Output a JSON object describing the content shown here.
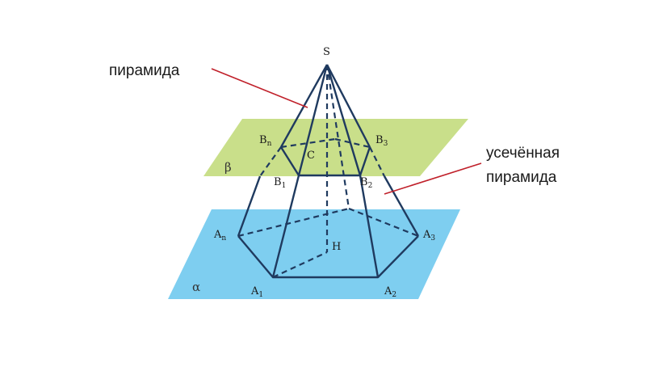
{
  "callouts": {
    "pyramid": "пирамида",
    "frustum_line1": "усечённая",
    "frustum_line2": "пирамида"
  },
  "planes": {
    "beta": {
      "label": "β",
      "color": "#c9df8a"
    },
    "alpha": {
      "label": "α",
      "color": "#7ecef0"
    }
  },
  "points": {
    "apex": "S",
    "center_upper": "C",
    "foot": "H",
    "upper": {
      "Bn": [
        "B",
        "n"
      ],
      "B1": [
        "B",
        "1"
      ],
      "B2": [
        "B",
        "2"
      ],
      "B3": [
        "B",
        "3"
      ]
    },
    "lower": {
      "An": [
        "A",
        "n"
      ],
      "A1": [
        "A",
        "1"
      ],
      "A2": [
        "A",
        "2"
      ],
      "A3": [
        "A",
        "3"
      ]
    }
  },
  "colors": {
    "edge": "#1f3a5f",
    "pointer": "#c0202a"
  }
}
